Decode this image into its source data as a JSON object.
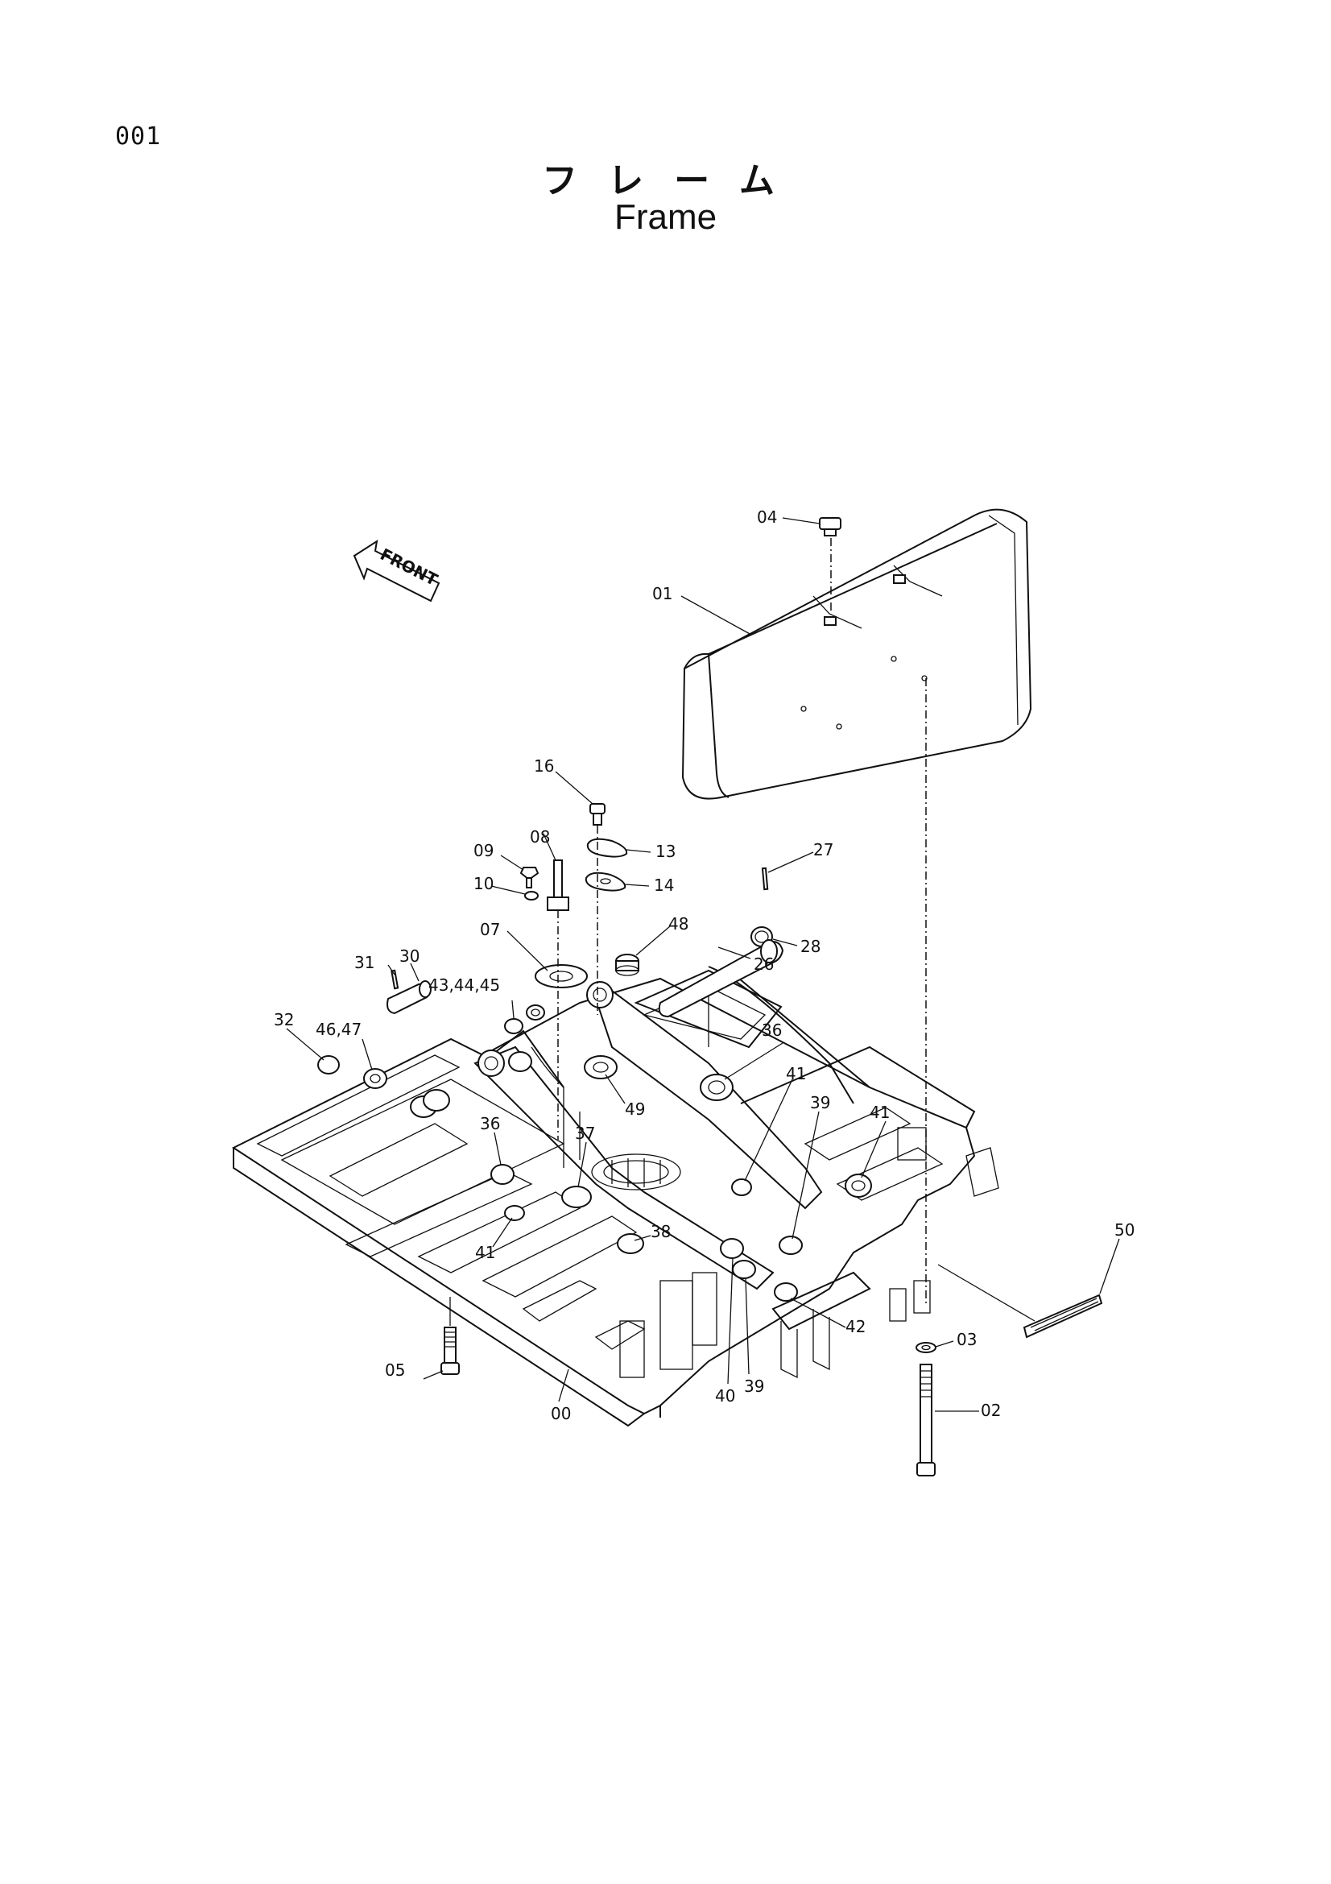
{
  "header": {
    "page_code": "001",
    "title_jp": "フレーム",
    "title_en": "Frame"
  },
  "arrow": {
    "label": "FRONT"
  },
  "callouts": [
    {
      "id": "c04",
      "text": "04"
    },
    {
      "id": "c01",
      "text": "01"
    },
    {
      "id": "c16",
      "text": "16"
    },
    {
      "id": "c08",
      "text": "08"
    },
    {
      "id": "c09",
      "text": "09"
    },
    {
      "id": "c13",
      "text": "13"
    },
    {
      "id": "c10",
      "text": "10"
    },
    {
      "id": "c14",
      "text": "14"
    },
    {
      "id": "c27",
      "text": "27"
    },
    {
      "id": "c48",
      "text": "48"
    },
    {
      "id": "c28",
      "text": "28"
    },
    {
      "id": "c07",
      "text": "07"
    },
    {
      "id": "c26",
      "text": "26"
    },
    {
      "id": "c31",
      "text": "31"
    },
    {
      "id": "c30",
      "text": "30"
    },
    {
      "id": "c434445",
      "text": "43,44,45"
    },
    {
      "id": "c32",
      "text": "32"
    },
    {
      "id": "c4647",
      "text": "46,47"
    },
    {
      "id": "c36a",
      "text": "36"
    },
    {
      "id": "c49",
      "text": "49"
    },
    {
      "id": "c41a",
      "text": "41"
    },
    {
      "id": "c39a",
      "text": "39"
    },
    {
      "id": "c41b",
      "text": "41"
    },
    {
      "id": "c36b",
      "text": "36"
    },
    {
      "id": "c37",
      "text": "37"
    },
    {
      "id": "c50",
      "text": "50"
    },
    {
      "id": "c38",
      "text": "38"
    },
    {
      "id": "c41c",
      "text": "41"
    },
    {
      "id": "c42",
      "text": "42"
    },
    {
      "id": "c03",
      "text": "03"
    },
    {
      "id": "c05",
      "text": "05"
    },
    {
      "id": "c40",
      "text": "40"
    },
    {
      "id": "c39b",
      "text": "39"
    },
    {
      "id": "c00",
      "text": "00"
    },
    {
      "id": "c02",
      "text": "02"
    }
  ]
}
